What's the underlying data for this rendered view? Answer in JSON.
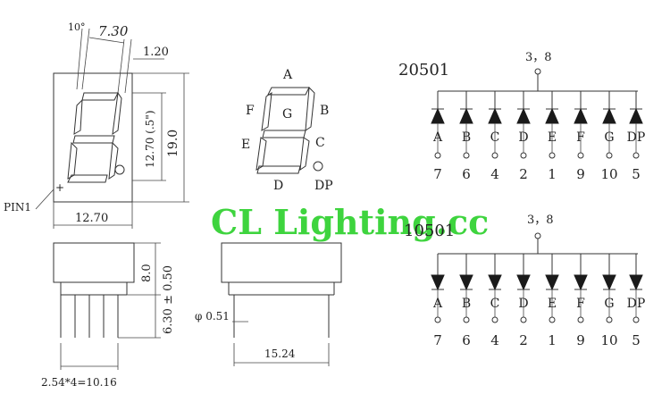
{
  "labels": {
    "angle": "10°",
    "seg_width": "7.30",
    "gap": "1.20",
    "seg_height": "12.70 (.5\")",
    "total_height": "19.0",
    "pin1": "PIN1",
    "body_width": "12.70",
    "side_height": "8.0",
    "pin_length": "6.30 ± 0.50",
    "pitch": "2.54*4=10.16",
    "pin_dia": "φ 0.51",
    "row_spacing": "15.24"
  },
  "segments": {
    "A": "A",
    "B": "B",
    "C": "C",
    "D": "D",
    "E": "E",
    "F": "F",
    "G": "G",
    "DP": "DP"
  },
  "watermark": "CL Lighting.cc",
  "circuits": [
    {
      "title": "20501",
      "common": "3，8",
      "type": "common-cathode",
      "segments": [
        "A",
        "B",
        "C",
        "D",
        "E",
        "F",
        "G",
        "DP"
      ],
      "pins": [
        "7",
        "6",
        "4",
        "2",
        "1",
        "9",
        "10",
        "5"
      ]
    },
    {
      "title": "10501",
      "common": "3，8",
      "type": "common-anode",
      "segments": [
        "A",
        "B",
        "C",
        "D",
        "E",
        "F",
        "G",
        "DP"
      ],
      "pins": [
        "7",
        "6",
        "4",
        "2",
        "1",
        "9",
        "10",
        "5"
      ]
    }
  ]
}
